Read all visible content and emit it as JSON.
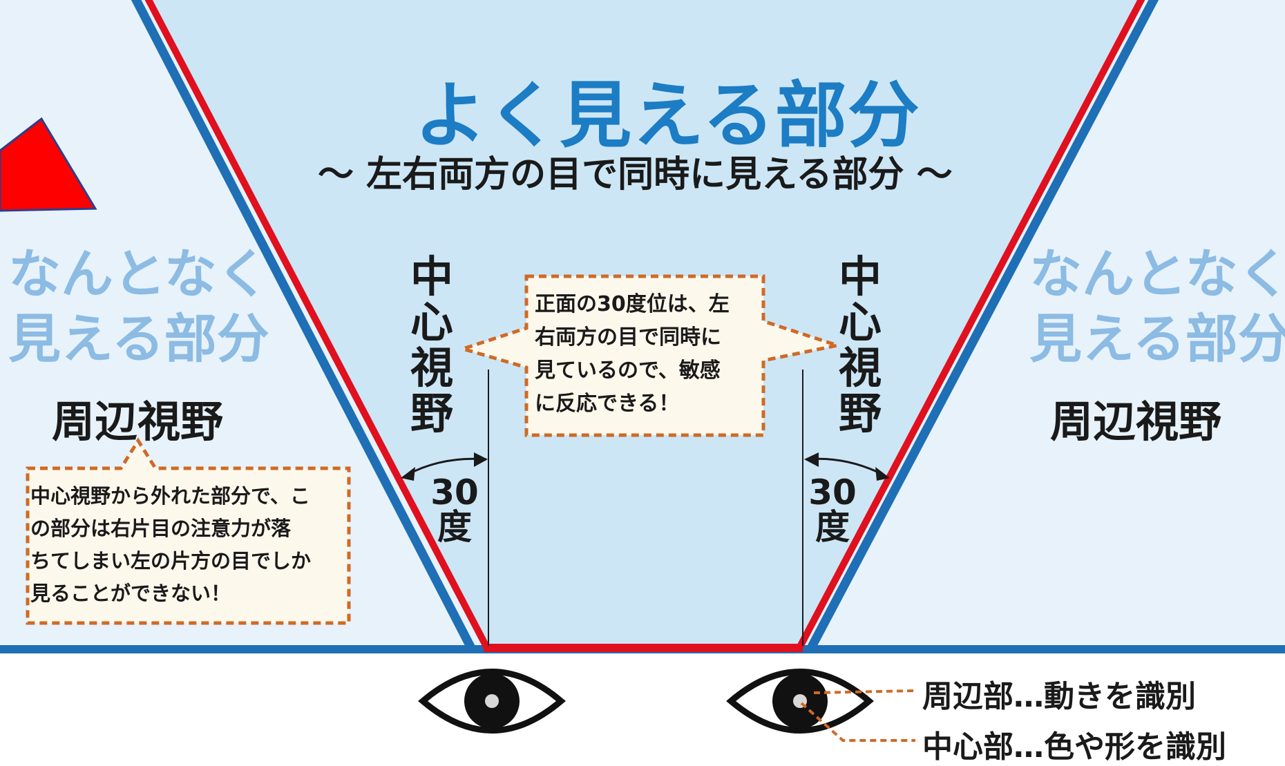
{
  "header": {
    "title": "よく見える部分",
    "subtitle": "～ 左右両方の目で同時に見える部分 ～"
  },
  "left_zone": {
    "title_lines": [
      "なんとなく",
      "見える部分"
    ],
    "label": "周辺視野",
    "note_lines": [
      "中心視野から外れた部分で、こ",
      "の部分は右片目の注意力が落",
      "ちてしまい左の片方の目でしか",
      "見ることができない！"
    ]
  },
  "right_zone": {
    "title_lines": [
      "なんとなく",
      "見える部分"
    ],
    "label": "周辺視野"
  },
  "central": {
    "vertical_label_chars": [
      "中",
      "心",
      "視",
      "野"
    ],
    "degree_value": "30",
    "degree_unit": "度",
    "note_lines": [
      "正面の30度位は、左",
      "右両方の目で同時に",
      "見ているので、敏感",
      "に反応できる！"
    ]
  },
  "legend": {
    "peripheral": "周辺部…動きを識別",
    "center": "中心部…色や形を識別"
  },
  "colors": {
    "title_blue": "#1c7cc4",
    "side_text_blue": "#8cbbe4",
    "zone_center_fill": "#cce6f6",
    "zone_side_fill": "#e7f2fa",
    "border_red": "#e0101e",
    "border_blue": "#1e6fb5",
    "note_border_orange": "#cf6a26",
    "note_fill": "#fdf8ec",
    "arrow_red": "#ff0000"
  },
  "icons": [
    "left-eye-icon",
    "right-eye-icon",
    "red-arrow-icon"
  ]
}
